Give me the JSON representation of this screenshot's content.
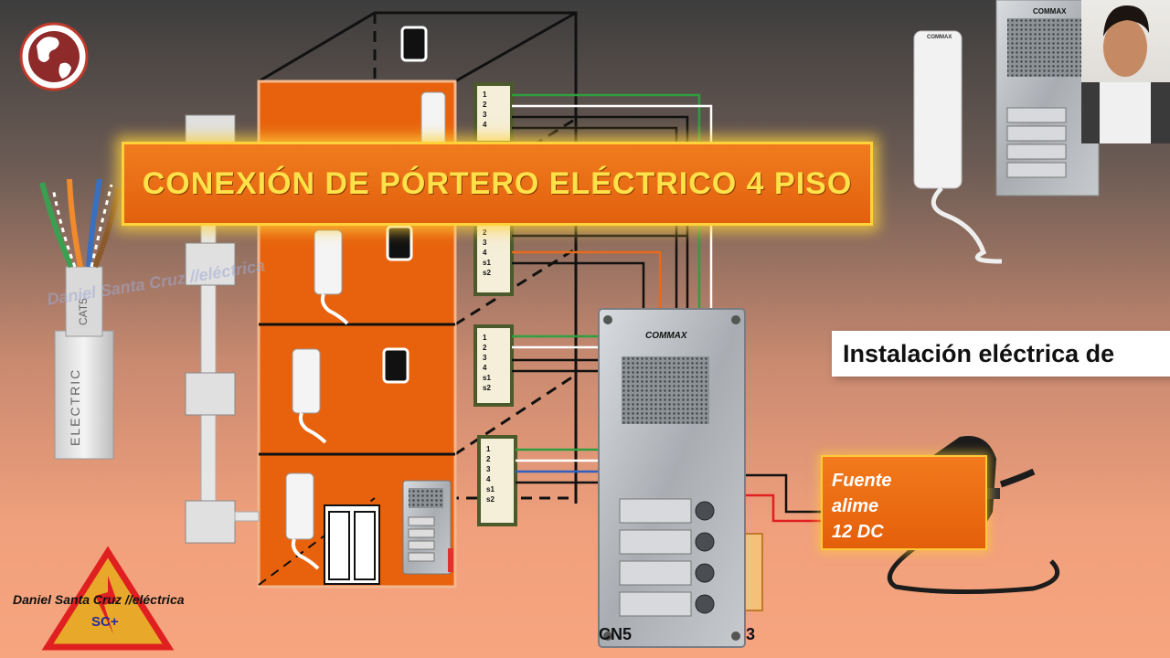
{
  "title": "CONEXIÓN DE  PÓRTERO ELÉCTRICO 4 PISO",
  "subtitle": "Instalación eléctrica de",
  "cable_label": "ELECTRIC",
  "cable_top_label": "CAT5",
  "watermark": "Daniel Santa Cruz //eléctrica",
  "author": "Daniel Santa Cruz //eléctrica",
  "logo_text": "SC+",
  "brand_panel": "COMMAX",
  "brand_handset": "COMMAX",
  "psu": {
    "text": "Fuente\nalime\n12 DC"
  },
  "connector_labels": {
    "cn_left": "CN5",
    "cn_right": "3"
  },
  "terminal_labels": [
    "1",
    "2",
    "3",
    "4",
    "s1",
    "s2"
  ],
  "colors": {
    "orange": "#e8620e",
    "banner_text": "#ffe14a",
    "banner_border": "#ffd23a",
    "wire_green": "#2e9e3e",
    "wire_white": "#ffffff",
    "wire_black": "#111111",
    "wire_red": "#e02020",
    "wire_orange": "#e86a1a",
    "wire_blue": "#3060c0"
  },
  "icons": [
    "globe-logo-icon",
    "warning-triangle-logo-icon",
    "handset-icon",
    "door-panel-icon",
    "power-adapter-icon"
  ]
}
